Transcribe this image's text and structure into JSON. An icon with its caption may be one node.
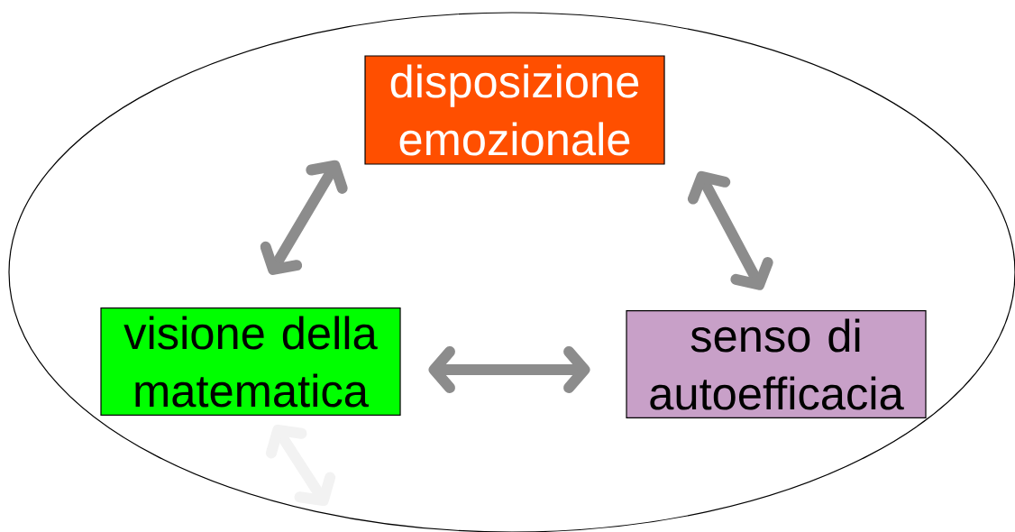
{
  "diagram": {
    "nodes": [
      {
        "text": [],
        "shape": "ellipse"
      },
      {
        "text": [
          "disposizione emozionale"
        ],
        "in": 0
      },
      {
        "text": [
          "visione della matematica"
        ],
        "in": 0
      },
      {
        "text": [
          "senso di autoefficacia"
        ],
        "in": 0
      }
    ],
    "edges": [
      {
        "from": 2,
        "to": 1,
        "arrow": "both"
      },
      {
        "from": 1,
        "to": 3,
        "arrow": "both"
      },
      {
        "from": 2,
        "to": 3,
        "arrow": "both"
      }
    ]
  }
}
